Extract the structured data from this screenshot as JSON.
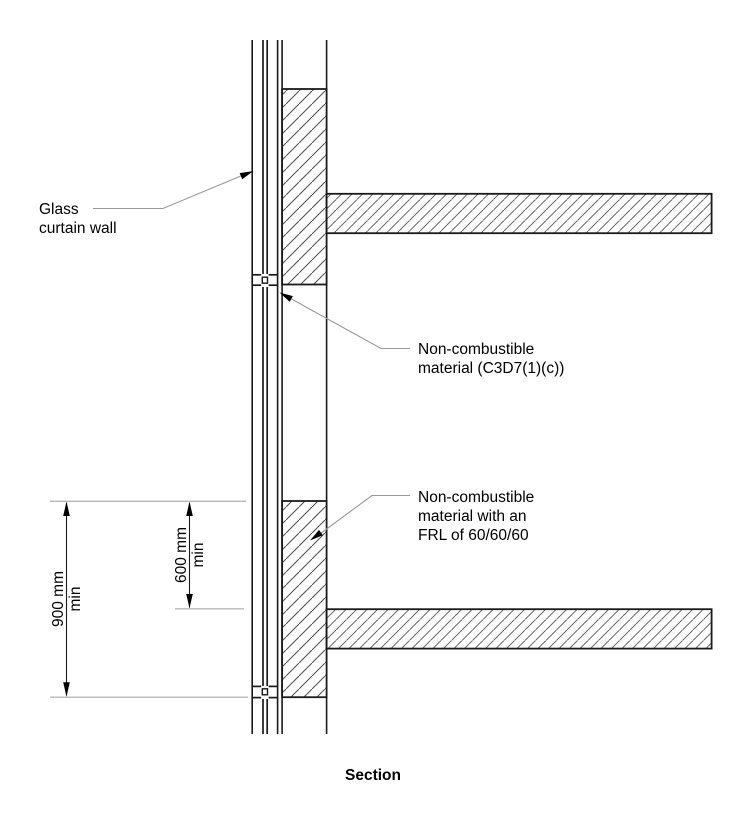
{
  "title": "Section",
  "labels": {
    "glass": {
      "lines": [
        "Glass",
        "curtain wall"
      ]
    },
    "noncombustible": {
      "lines": [
        "Non-combustible",
        "material (C3D7(1)(c))"
      ]
    },
    "frl": {
      "lines": [
        "Non-combustible",
        "material with an",
        "FRL of 60/60/60"
      ]
    }
  },
  "dimensions": {
    "d900": {
      "value": "900 mm",
      "qualifier": "min"
    },
    "d600": {
      "value": "600 mm",
      "qualifier": "min"
    }
  },
  "colors": {
    "line": "#1a1a1a",
    "hatch": "#4d4d4d",
    "leader": "#999999",
    "extension": "#b8b8b8",
    "text": "#000000",
    "background": "#ffffff"
  }
}
